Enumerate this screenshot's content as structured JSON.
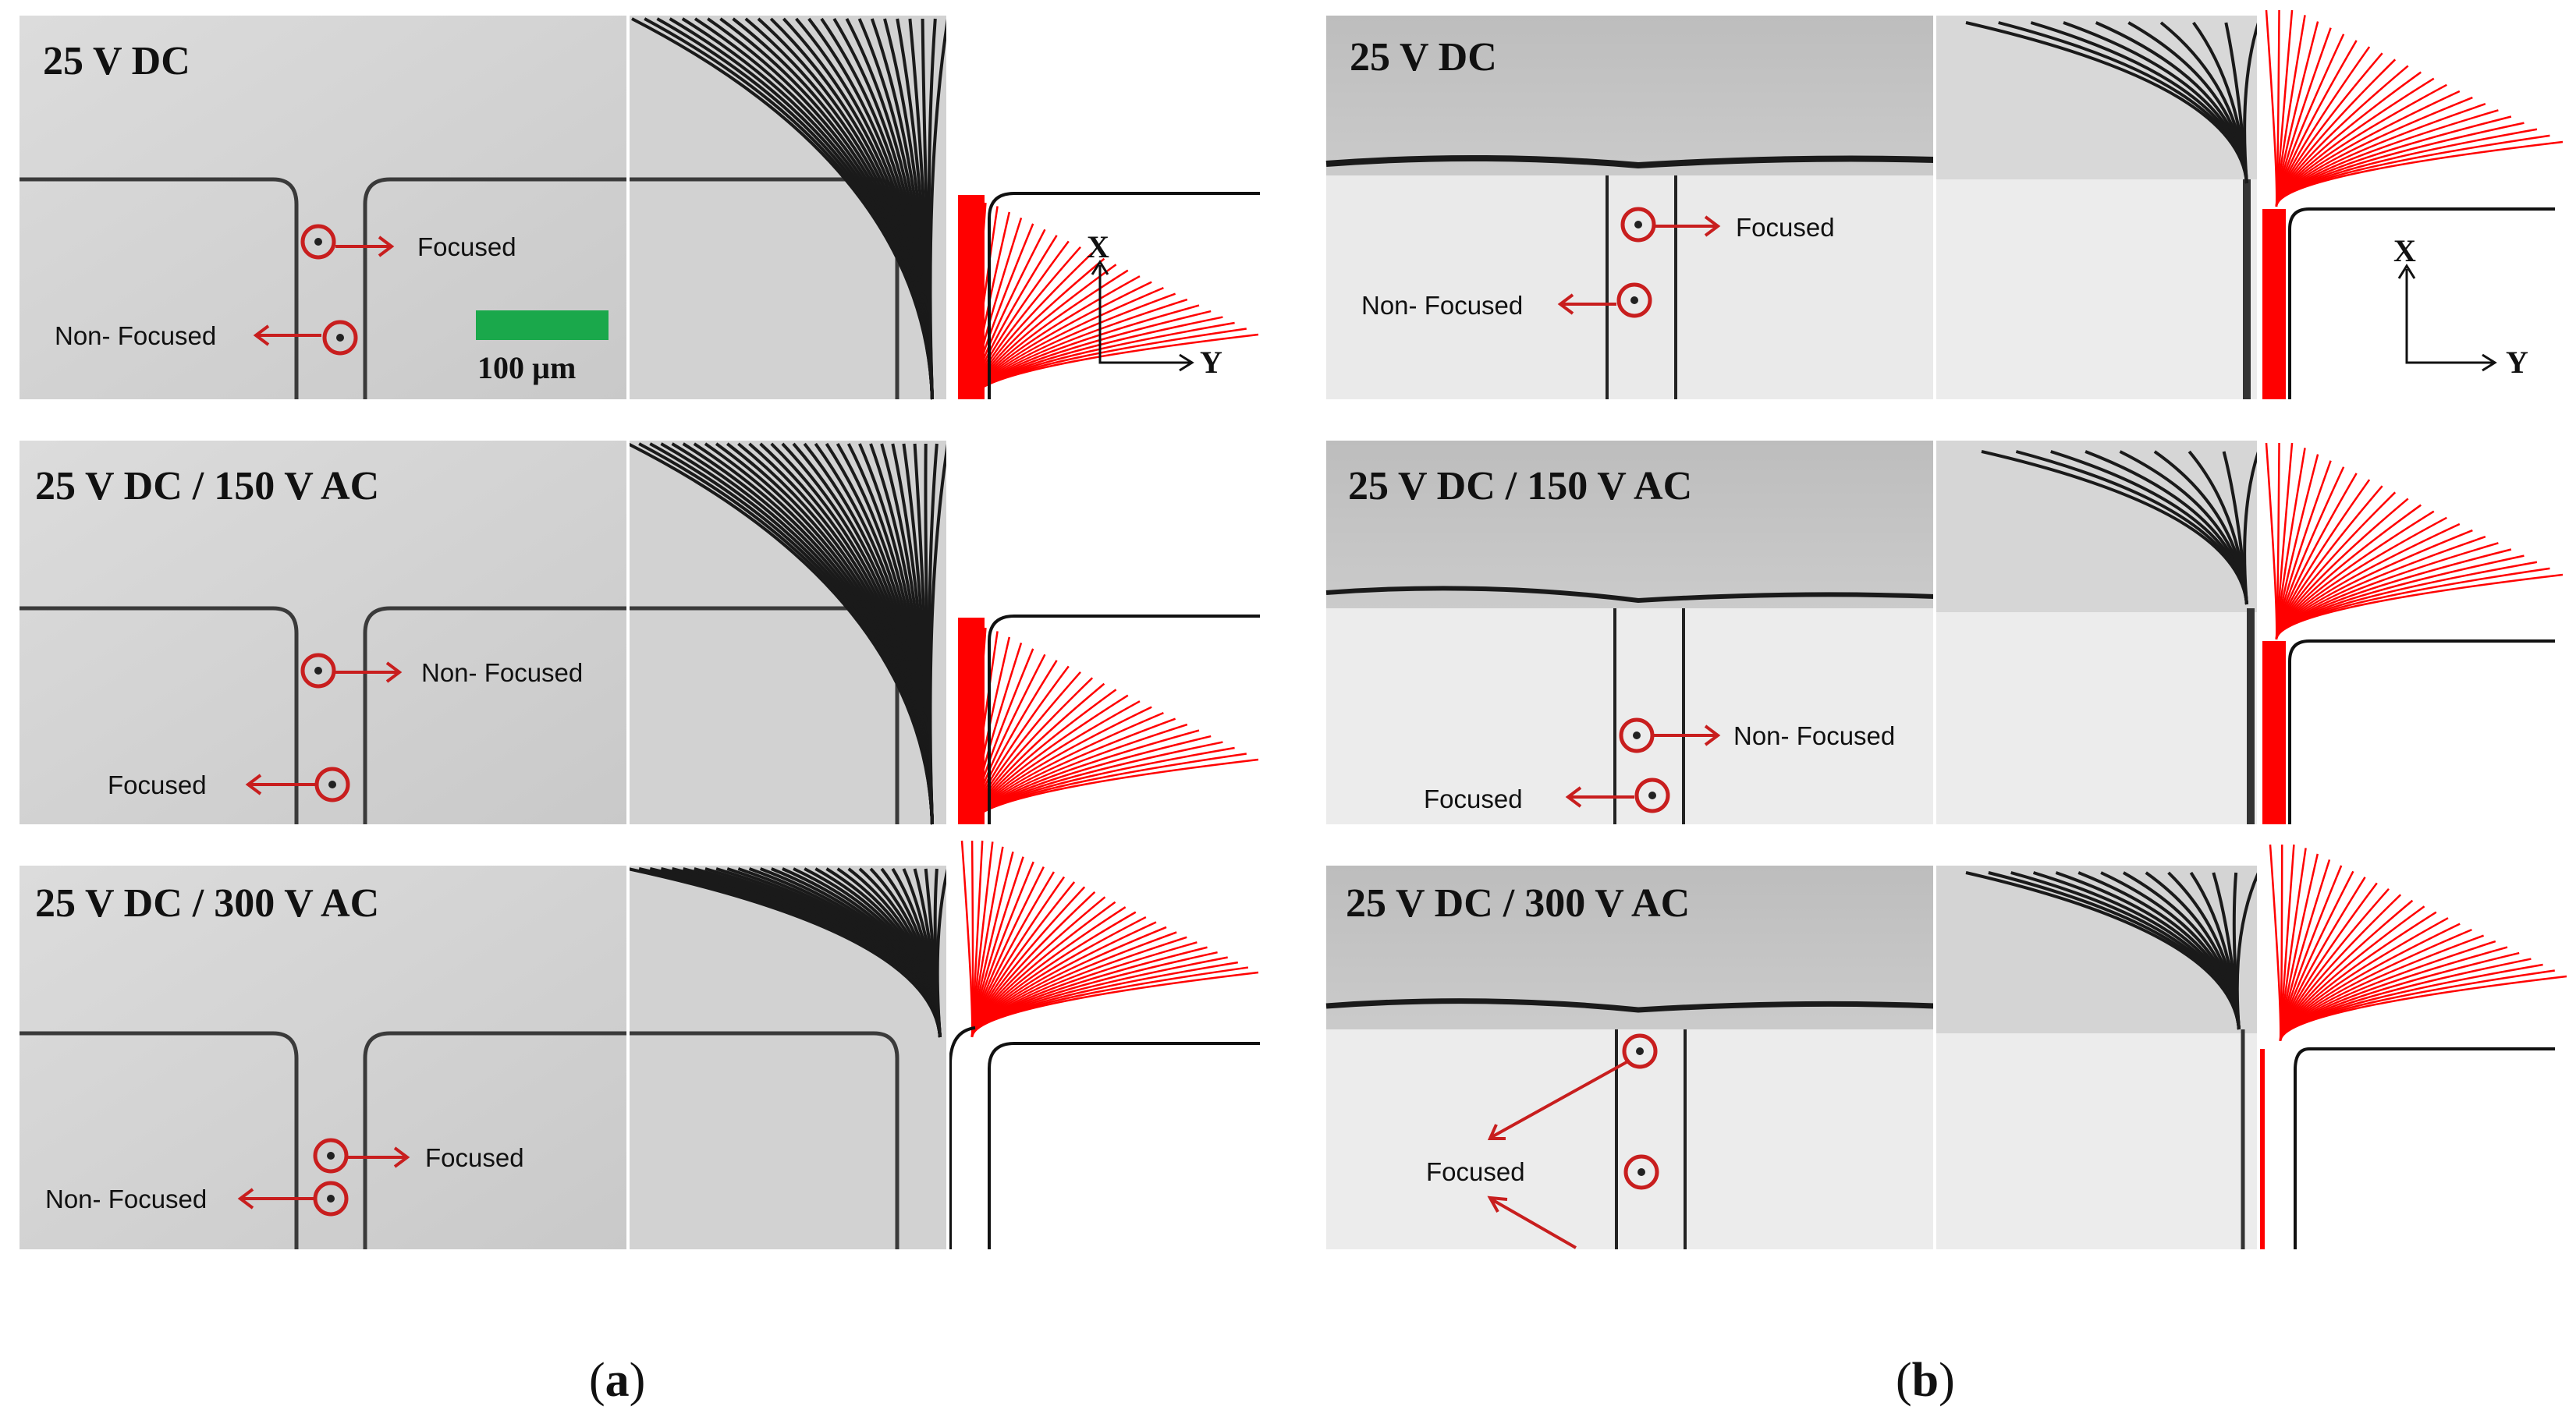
{
  "figure": {
    "panels": [
      {
        "id": "a",
        "caption_open": "(",
        "caption_letter": "a",
        "caption_close": ")",
        "rows": [
          {
            "condition": "25 V DC",
            "upper_label": "Focused",
            "lower_label": "Non- Focused"
          },
          {
            "condition": "25 V DC / 150 V AC",
            "upper_label": "Non- Focused",
            "lower_label": "Focused"
          },
          {
            "condition": "25 V DC / 300 V AC",
            "upper_label": "Focused",
            "lower_label": "Non- Focused"
          }
        ],
        "scale_bar": {
          "label": "100 µm",
          "color": "#1aa84b"
        },
        "axes": {
          "x_label": "X",
          "y_label": "Y"
        }
      },
      {
        "id": "b",
        "caption_open": "(",
        "caption_letter": "b",
        "caption_close": ")",
        "rows": [
          {
            "condition": "25 V DC",
            "upper_label": "Focused",
            "lower_label": "Non- Focused"
          },
          {
            "condition": "25 V DC / 150 V AC",
            "upper_label": "Non- Focused",
            "lower_label": "Focused"
          },
          {
            "condition": "25 V DC / 300 V AC",
            "upper_label": "Focused",
            "lower_label": ""
          }
        ],
        "axes": {
          "x_label": "X",
          "y_label": "Y"
        }
      }
    ],
    "colors": {
      "simulation_lines": "#ff0000",
      "annotation": "#c81e1e",
      "micrograph_bg": "#d4d4d4",
      "micrograph_bg_b": "#cfcfcf",
      "streak": "#1a1a1a"
    }
  }
}
